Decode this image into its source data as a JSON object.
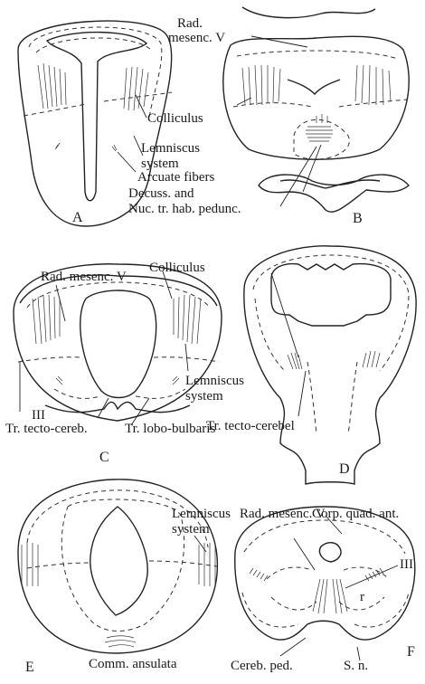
{
  "panels": {
    "A": {
      "letter": "A",
      "labels": {
        "colliculus": "Colliculus",
        "lemniscus": [
          "Lemniscus",
          "system"
        ],
        "arcuate": "Arcuate fibers"
      }
    },
    "B": {
      "letter": "B",
      "labels": {
        "rad_mesenc": [
          "Rad.",
          "mesenc. V"
        ],
        "decuss": [
          "Decuss. and",
          "Nuc. tr. hab. pedunc."
        ]
      }
    },
    "C": {
      "letter": "C",
      "labels": {
        "rad_mesenc": "Rad. mesenc. V",
        "colliculus": "Colliculus",
        "lemniscus": [
          "Lemniscus",
          "system"
        ],
        "nerve_iii": "III",
        "tr_tecto_cereb": "Tr. tecto-cereb.",
        "tr_lobo_bulbaris": "Tr. lobo-bulbaris"
      }
    },
    "D": {
      "letter": "D",
      "labels": {
        "tr_tecto_cerebel": "Tr. tecto-cerebel"
      }
    },
    "E": {
      "letter": "E",
      "labels": {
        "lemniscus": [
          "Lemniscus",
          "system"
        ],
        "comm_ansulata": "Comm. ansulata"
      }
    },
    "F": {
      "letter": "F",
      "labels": {
        "rad_mesenc": "Rad. mesenc. V",
        "corp_quad": "Corp. quad. ant.",
        "nerve_iii": "III",
        "r": "r",
        "cereb_ped": "Cereb. ped.",
        "s_n": "S. n."
      }
    }
  }
}
